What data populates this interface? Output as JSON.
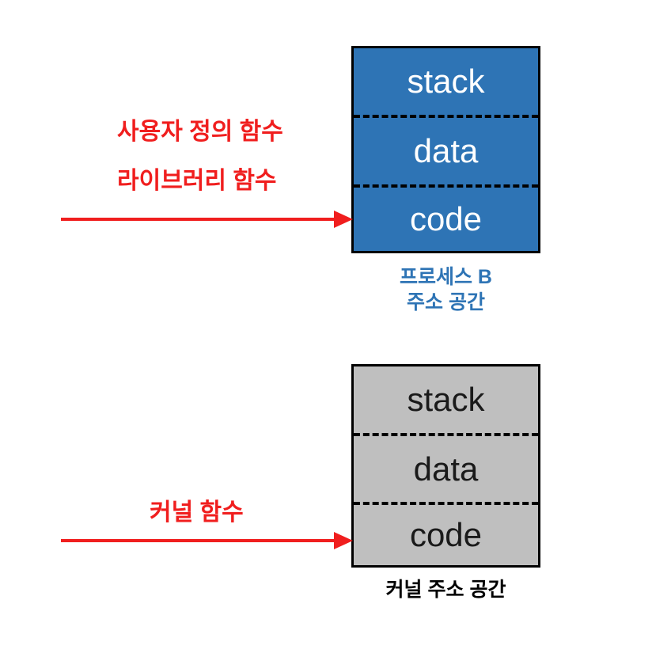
{
  "diagram": {
    "title": "Process B address space and kernel address space",
    "background_color": "#FFFFFF",
    "colors": {
      "process_fill": "#2E74B5",
      "kernel_fill": "#BFBFBF",
      "border": "#000000",
      "arrow_red": "#F01E1E",
      "process_caption_text": "#2E74B5",
      "kernel_caption_text": "#000000",
      "process_segment_text": "#FFFFFF",
      "kernel_segment_text": "#1A1A1A"
    }
  },
  "process_box": {
    "caption_line1": "프로세스 B",
    "caption_line2": "주소 공간",
    "caption": "프로세스 B\n주소 공간",
    "segments": [
      {
        "name": "stack",
        "label": "stack"
      },
      {
        "name": "data",
        "label": "data"
      },
      {
        "name": "code",
        "label": "code"
      }
    ]
  },
  "kernel_box": {
    "caption": "커널 주소 공간",
    "segments": [
      {
        "name": "stack",
        "label": "stack"
      },
      {
        "name": "data",
        "label": "data"
      },
      {
        "name": "code",
        "label": "code"
      }
    ]
  },
  "annotations": {
    "user_defined_function": "사용자 정의 함수",
    "library_function": "라이브러리 함수",
    "kernel_function": "커널 함수"
  },
  "arrows": [
    {
      "name": "arrow-to-process-code",
      "from_label": "사용자 정의 함수 / 라이브러리 함수",
      "to": "code (프로세스 B)"
    },
    {
      "name": "arrow-to-kernel-code",
      "from_label": "커널 함수",
      "to": "code (커널 주소 공간)"
    }
  ]
}
